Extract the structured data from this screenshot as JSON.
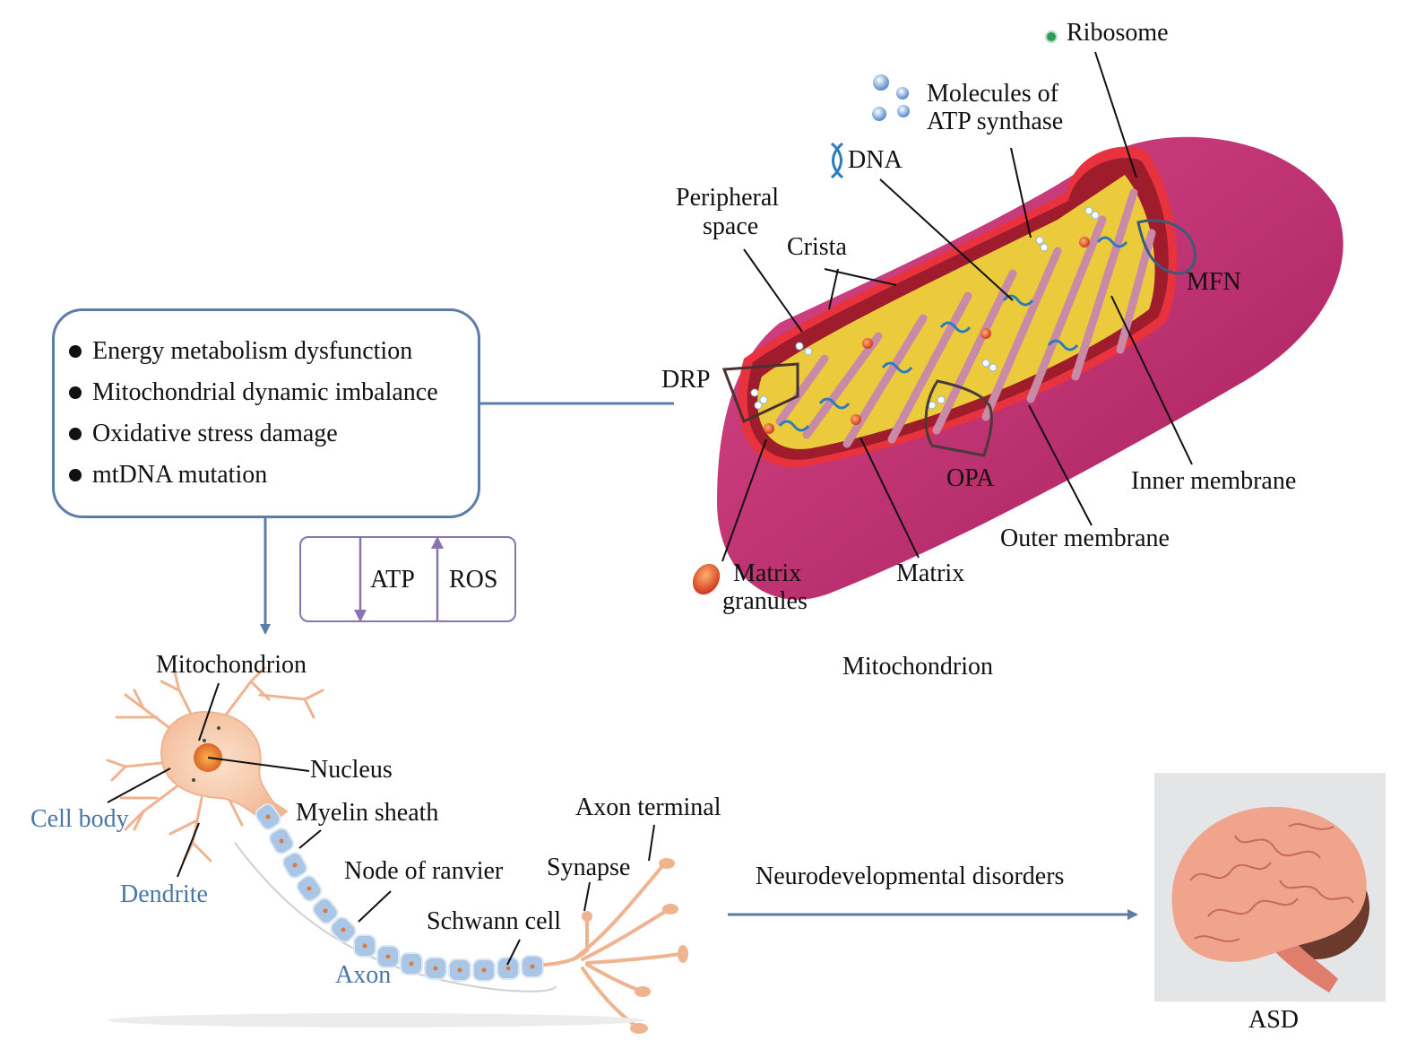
{
  "figure": {
    "summary_box": {
      "items": [
        "Energy metabolism dysfunction",
        "Mitochondrial dynamic imbalance",
        "Oxidative stress damage",
        "mtDNA mutation"
      ]
    },
    "energy_box": {
      "down_label": "ATP",
      "up_label": "ROS"
    },
    "mitochondrion_panel": {
      "caption": "Mitochondrion",
      "labels": {
        "ribosome": "Ribosome",
        "atp_synthase_line1": "Molecules of",
        "atp_synthase_line2": "ATP synthase",
        "dna": "DNA",
        "peripheral_line1": "Peripheral",
        "peripheral_line2": "space",
        "crista": "Crista",
        "mfn": "MFN",
        "drp": "DRP",
        "opa": "OPA",
        "inner_membrane": "Inner membrane",
        "outer_membrane": "Outer membrane",
        "matrix": "Matrix",
        "matrix_granules_line1": "Matrix",
        "matrix_granules_line2": "granules"
      }
    },
    "neuron_panel": {
      "labels": {
        "mitochondrion": "Mitochondrion",
        "nucleus": "Nucleus",
        "cell_body": "Cell body",
        "dendrite": "Dendrite",
        "myelin_sheath": "Myelin sheath",
        "node_of_ranvier": "Node of ranvier",
        "synapse": "Synapse",
        "axon_terminal": "Axon terminal",
        "schwann_cell": "Schwann cell",
        "axon": "Axon"
      }
    },
    "outcome": {
      "arrow_label": "Neurodevelopmental disorders",
      "brain_caption": "ASD"
    },
    "colors": {
      "connector_blue": "#5a7ea8",
      "arrow_purple": "#8a74b0",
      "outer_membrane": "#c0306e",
      "inner_fill": "#e8c73a",
      "label_blue": "#4a76a8",
      "myelin": "#a9c6e6",
      "neuron": "#f1b48e"
    }
  }
}
